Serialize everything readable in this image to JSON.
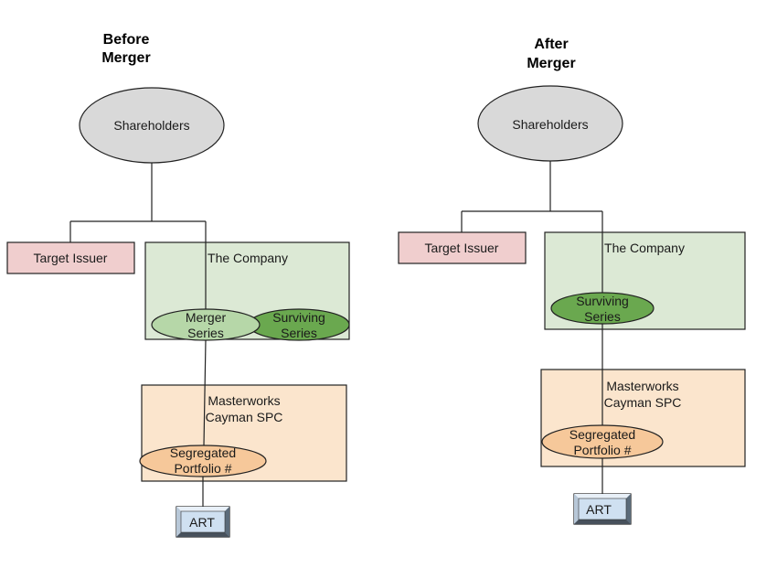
{
  "before": {
    "title_line1": "Before",
    "title_line2": "Merger",
    "shareholders": "Shareholders",
    "target_issuer": "Target Issuer",
    "company": "The Company",
    "merger_series_line1": "Merger",
    "merger_series_line2": "Series",
    "surviving_series_line1": "Surviving",
    "surviving_series_line2": "Series",
    "spc_line1": "Masterworks",
    "spc_line2": "Cayman SPC",
    "portfolio_line1": "Segregated",
    "portfolio_line2": "Portfolio #",
    "art": "ART"
  },
  "after": {
    "title_line1": "After",
    "title_line2": "Merger",
    "shareholders": "Shareholders",
    "target_issuer": "Target Issuer",
    "company": "The Company",
    "surviving_series_line1": "Surviving",
    "surviving_series_line2": "Series",
    "spc_line1": "Masterworks",
    "spc_line2": "Cayman SPC",
    "portfolio_line1": "Segregated",
    "portfolio_line2": "Portfolio #",
    "art": "ART"
  },
  "colors": {
    "shareholders_fill": "#d9d9d9",
    "target_issuer_fill": "#f0cece",
    "company_fill": "#dce9d5",
    "merger_series_fill": "#b6d7a8",
    "surviving_series_fill": "#6aa84f",
    "spc_fill": "#fbe5cd",
    "portfolio_fill": "#f6c89a",
    "art_fill": "#cfe0f1"
  }
}
